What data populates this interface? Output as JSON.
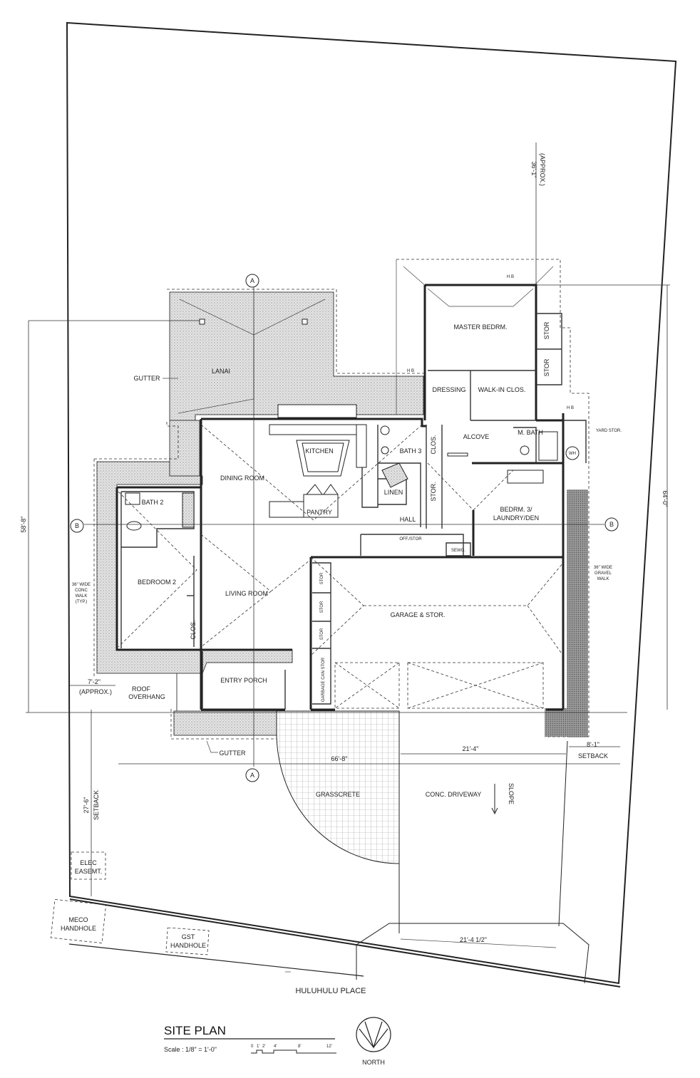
{
  "title": "SITE PLAN",
  "scale": {
    "label": "Scale : 1/8\" = 1'-0\"",
    "ticks": [
      "0",
      "1'",
      "2'",
      "4'",
      "8'",
      "12'"
    ]
  },
  "north_label": "NORTH",
  "street": "HULUHULU PLACE",
  "rooms": {
    "master": "MASTER BEDRM.",
    "stor1": "STOR",
    "stor2": "STOR",
    "dressing": "DRESSING",
    "walkin": "WALK-IN CLOS.",
    "alcove": "ALCOVE",
    "mbath": "M. BATH",
    "yard_stor": "YARD STOR.",
    "wh": "WH",
    "lanai": "LANAI",
    "kitchen": "KITCHEN",
    "dining": "DINING ROOM",
    "pantry": "PANTRY",
    "bath3": "BATH 3",
    "linen": "LINEN",
    "clos1": "CLOS.",
    "stor3": "STOR.",
    "bath2": "BATH 2",
    "hall": "HALL",
    "bedrm3": "BEDRM. 3/",
    "bedrm3b": "LAUNDRY/DEN",
    "offstor": "OFF./STOR",
    "sewg": "SEWG.",
    "bedroom2": "BEDROOM 2",
    "living": "LIVING ROOM",
    "clos2": "CLOS.",
    "garage": "GARAGE & STOR.",
    "gstor1": "STOR",
    "gstor2": "STOR",
    "gstor3": "STOR",
    "garbage": "GARBAGE CAN STOR",
    "entry": "ENTRY PORCH",
    "grasscrete": "GRASSCRETE",
    "driveway": "CONC. DRIVEWAY",
    "slope": "SLOPE"
  },
  "notes": {
    "gutter_top": "GUTTER",
    "gutter_bottom": "GUTTER",
    "roof1": "ROOF",
    "roof2": "OVERHANG",
    "walk_left": [
      "36\" WIDE",
      "CONC",
      "WALK",
      "(TYP.)"
    ],
    "walk_right": [
      "36\" WIDE",
      "GRAVEL",
      "WALK"
    ],
    "hb1": "H B",
    "hb2": "H B",
    "hb3": "H B",
    "elec": [
      "ELEC",
      "EASEMT."
    ],
    "meco": [
      "MECO",
      "HANDHOLE"
    ],
    "gst": [
      "GST",
      "HANDHOLE"
    ],
    "setback_right": "SETBACK",
    "setback_left": "SETBACK"
  },
  "dimensions": {
    "top_right": "36'-1\"",
    "top_right_approx": "(APPROX.)",
    "right_side": "64'-0\"",
    "left_side": "58'-8\"",
    "left_offset": "7'-2\"",
    "left_offset_approx": "(APPROX.)",
    "bottom_overall": "66'-8\"",
    "bottom_garage": "21'-4\"",
    "setback_right": "8'-1\"",
    "front_setback": "27'-6\"",
    "curb": "21'-4 1/2\""
  },
  "section_markers": {
    "a_top": "A",
    "a_bottom": "A",
    "b_left": "B",
    "b_right": "B"
  }
}
